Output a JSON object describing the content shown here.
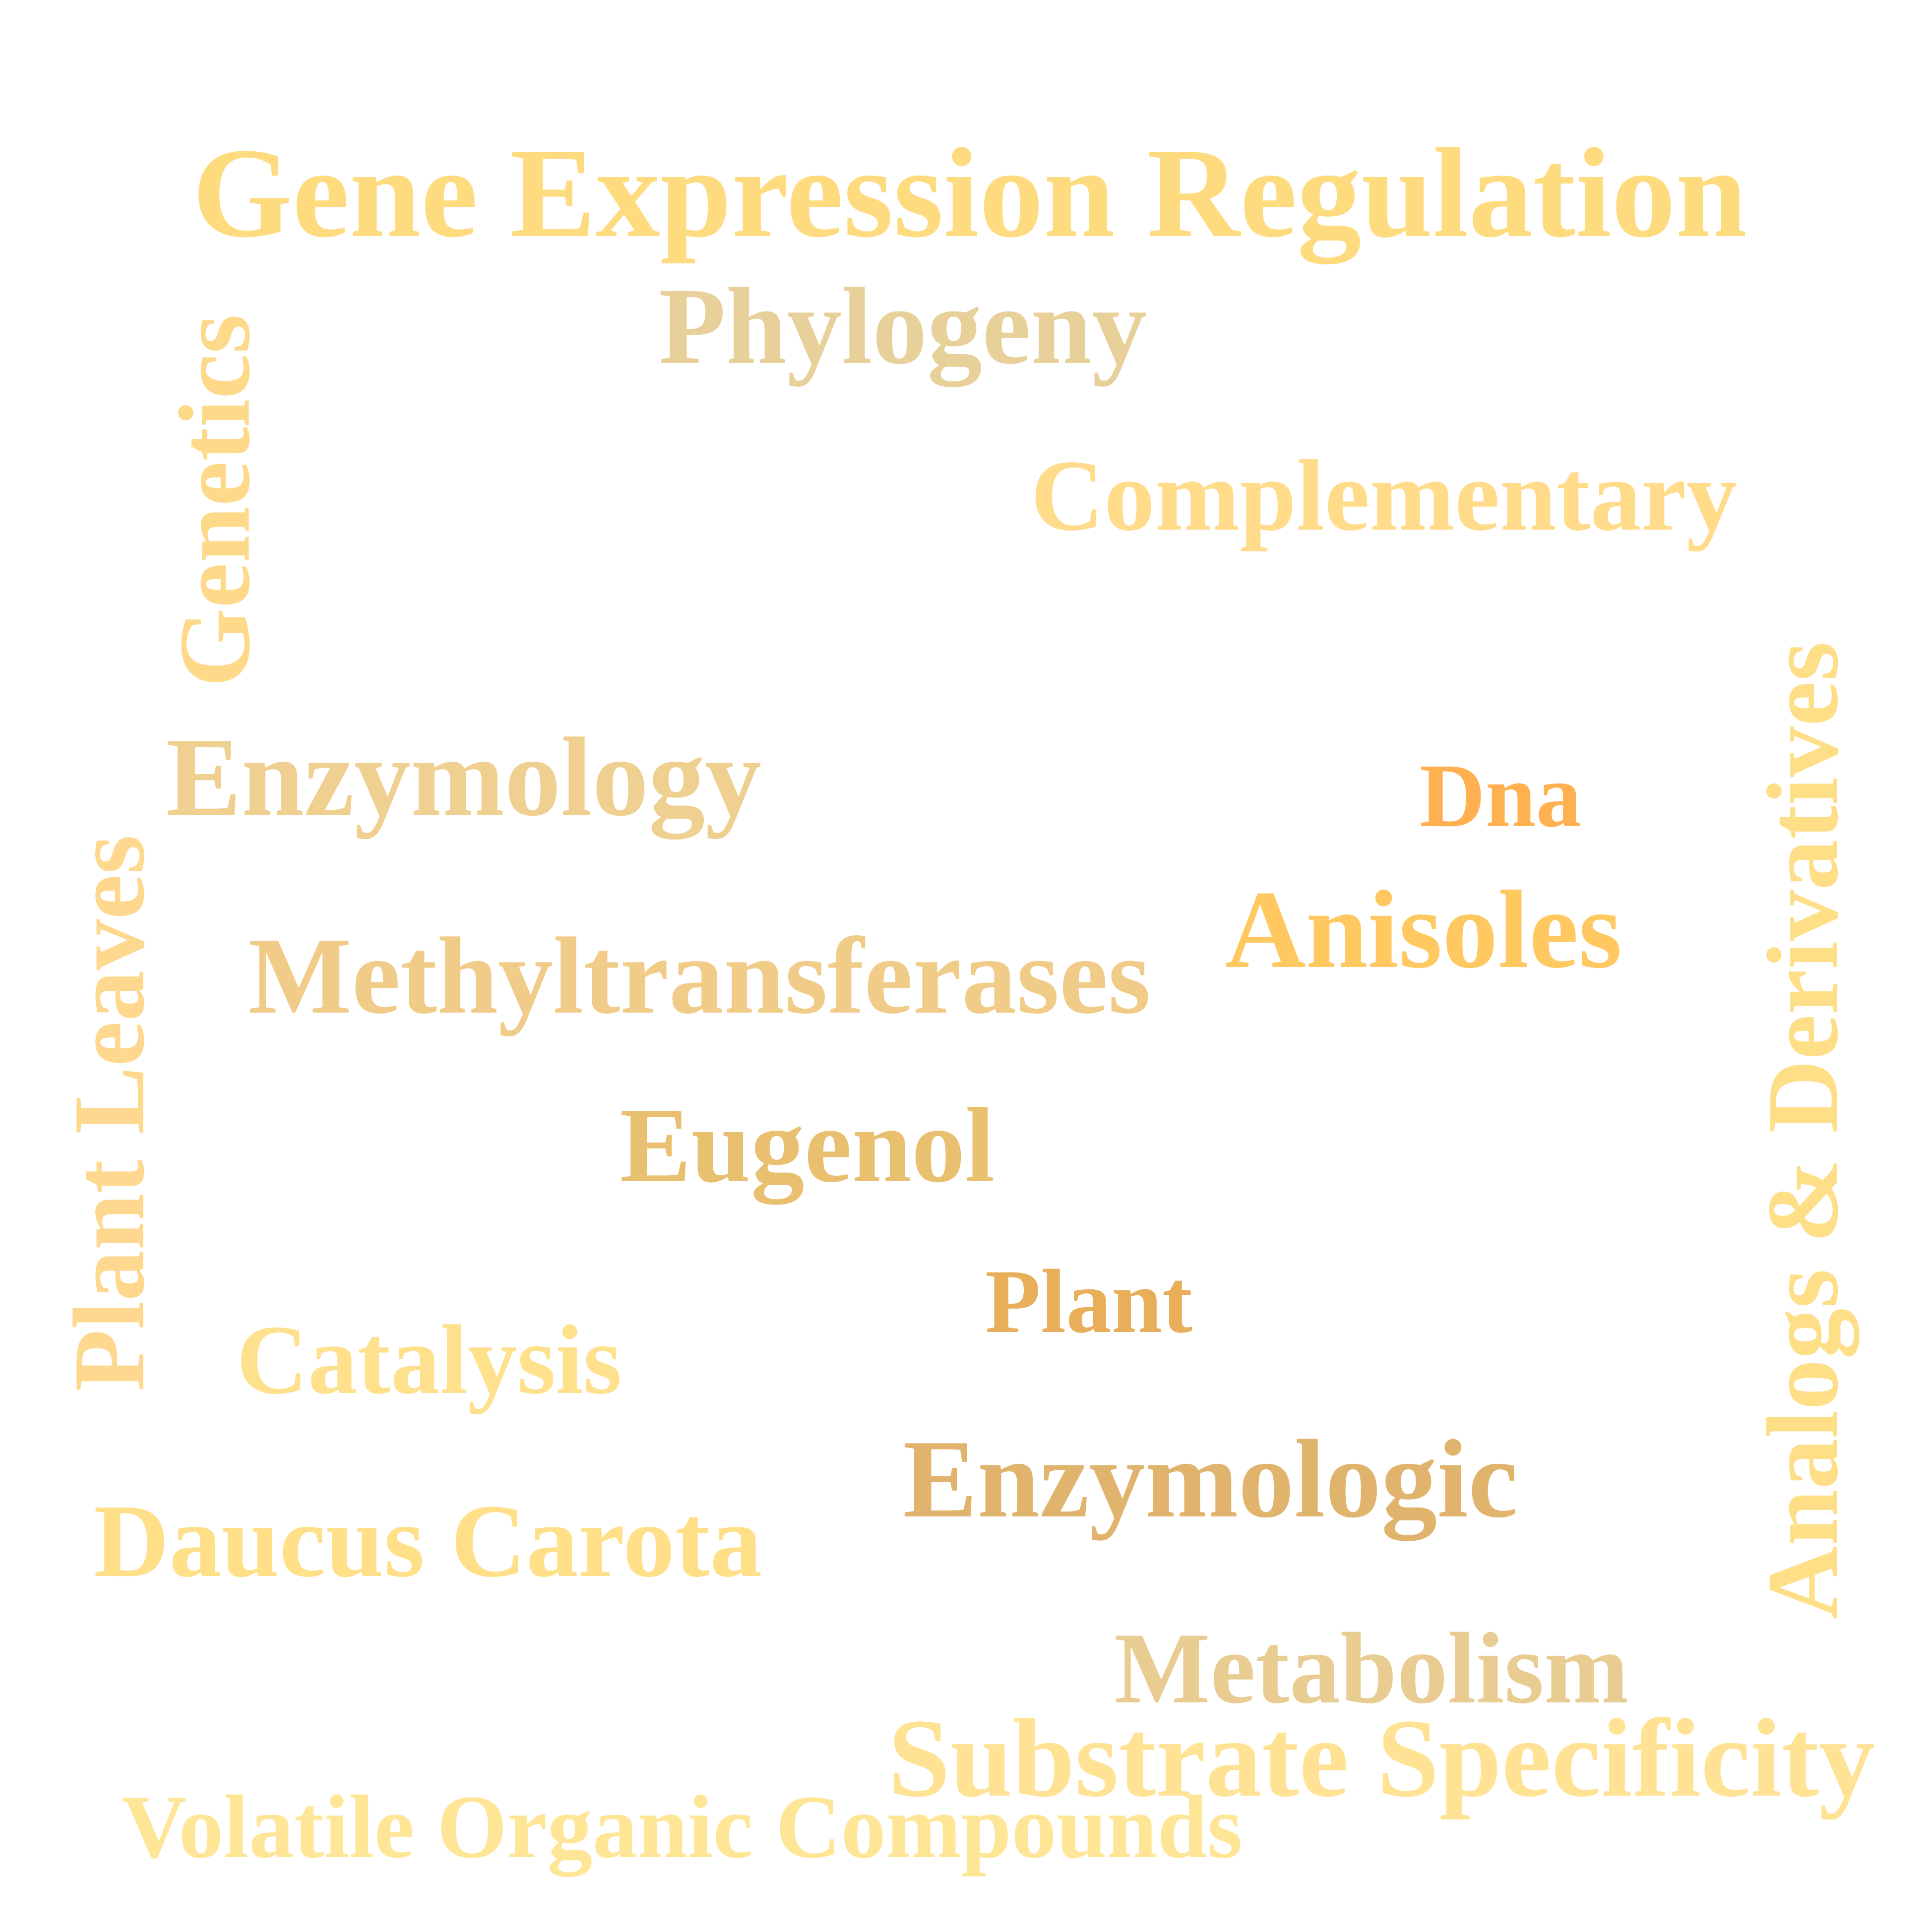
{
  "words": [
    {
      "text": "Gene Expression Regulation",
      "color": "#ffdb80"
    },
    {
      "text": "Phylogeny",
      "color": "#e8d09a"
    },
    {
      "text": "Complementary",
      "color": "#ffdb8a"
    },
    {
      "text": "Genetics",
      "color": "#ffd98a"
    },
    {
      "text": "Enzymology",
      "color": "#f0d090"
    },
    {
      "text": "Dna",
      "color": "#ffb050"
    },
    {
      "text": "Anisoles",
      "color": "#ffc860"
    },
    {
      "text": "Plant Leaves",
      "color": "#ffd890"
    },
    {
      "text": "Methyltransferases",
      "color": "#f0cc88"
    },
    {
      "text": "Analogs & Derivatives",
      "color": "#ffde88"
    },
    {
      "text": "Eugenol",
      "color": "#e9c070"
    },
    {
      "text": "Plant",
      "color": "#e8ae5a"
    },
    {
      "text": "Catalysis",
      "color": "#ffe08c"
    },
    {
      "text": "Enzymologic",
      "color": "#e0b46c"
    },
    {
      "text": "Daucus Carota",
      "color": "#ffdf88"
    },
    {
      "text": "Metabolism",
      "color": "#e8cc92"
    },
    {
      "text": "Substrate Specificity",
      "color": "#ffe294"
    },
    {
      "text": "Volatile Organic Compounds",
      "color": "#ffe596"
    }
  ]
}
